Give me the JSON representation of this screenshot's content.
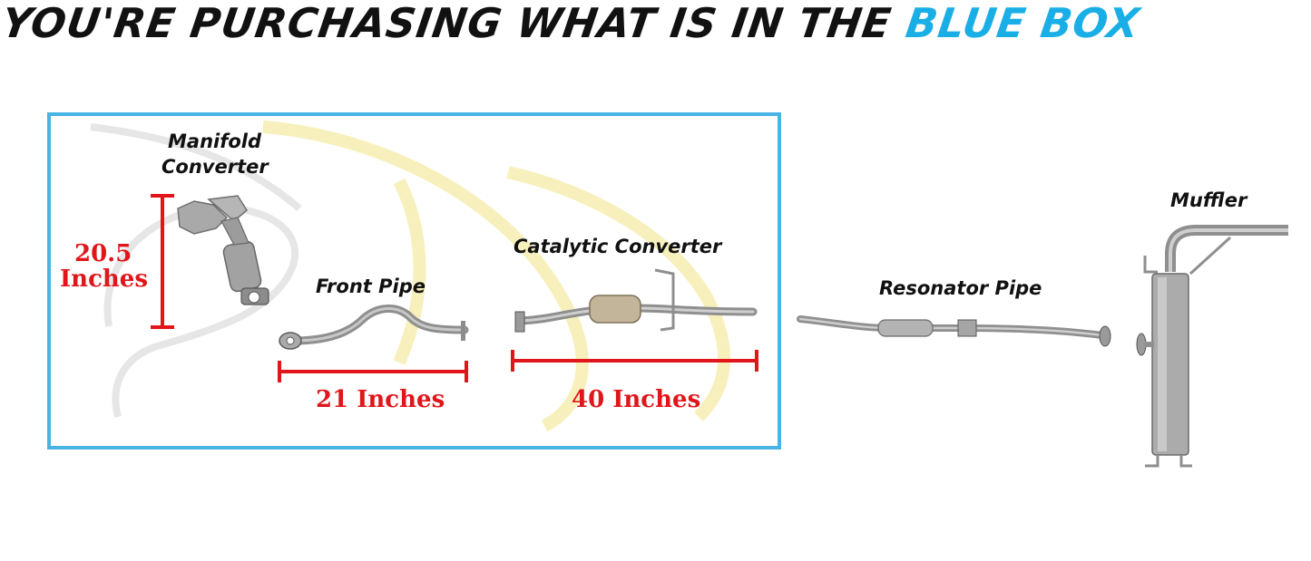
{
  "banner": {
    "text_black": "YOU'RE PURCHASING WHAT IS IN THE ",
    "text_blue": "BLUE BOX"
  },
  "parts": {
    "manifold_line1": "Manifold",
    "manifold_line2": "Converter",
    "front_pipe": "Front Pipe",
    "catalytic_converter": "Catalytic Converter",
    "resonator_pipe": "Resonator Pipe",
    "muffler": "Muffler"
  },
  "dimensions": {
    "manifold_value": "20.5",
    "manifold_unit": "Inches",
    "front_pipe": "21 Inches",
    "catalytic": "40 Inches"
  },
  "colors": {
    "box_border": "#49b3e3",
    "banner_blue": "#1aaee6",
    "dimension_red": "#e0161b",
    "pipe_gray": "#9a9a9a"
  }
}
